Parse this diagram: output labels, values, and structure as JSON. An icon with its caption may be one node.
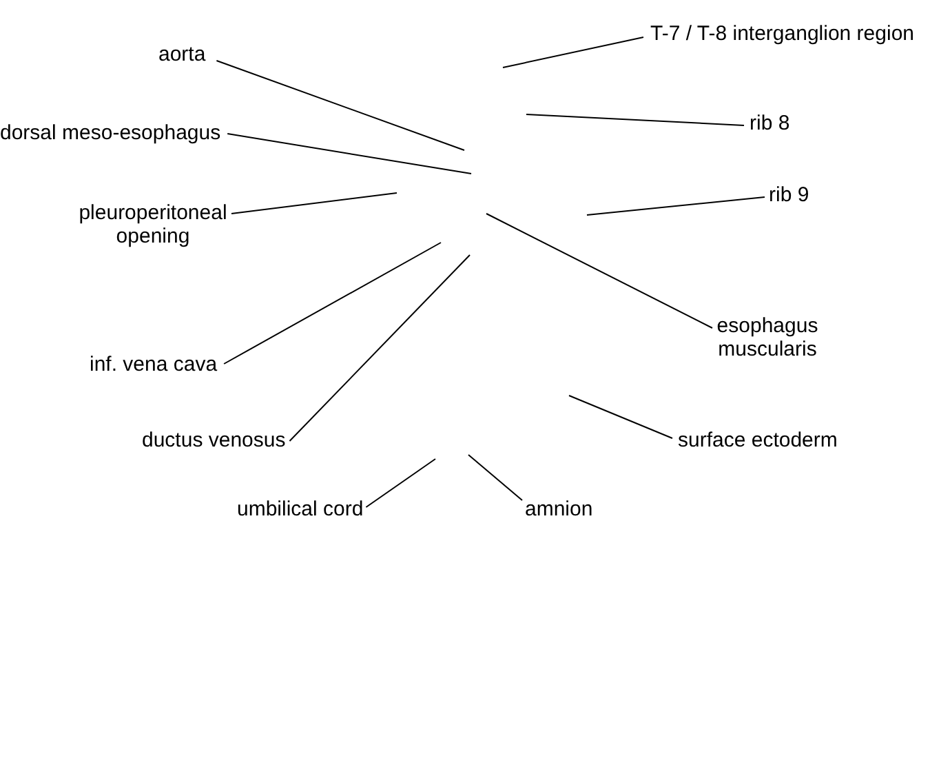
{
  "diagram": {
    "nodes": [
      {
        "text": [
          "T-7 / T-8 interganglion region"
        ]
      },
      {
        "text": [
          "aorta"
        ]
      },
      {
        "text": [
          "rib 8"
        ]
      },
      {
        "text": [
          "dorsal meso-esophagus"
        ]
      },
      {
        "text": [
          "rib 9"
        ]
      },
      {
        "text": [
          "pleuroperitoneal opening"
        ]
      },
      {
        "text": [
          "esophagus muscularis"
        ]
      },
      {
        "text": [
          "inf. vena cava"
        ]
      },
      {
        "text": [
          "ductus venosus"
        ]
      },
      {
        "text": [
          "surface ectoderm"
        ]
      },
      {
        "text": [
          "umbilical cord"
        ]
      },
      {
        "text": [
          "amnion"
        ]
      }
    ],
    "edges": [
      {
        "from": 0,
        "to": null,
        "arrow": "none"
      },
      {
        "from": 1,
        "to": null,
        "arrow": "none"
      },
      {
        "from": 2,
        "to": null,
        "arrow": "none"
      },
      {
        "from": 3,
        "to": null,
        "arrow": "none"
      },
      {
        "from": 4,
        "to": null,
        "arrow": "none"
      },
      {
        "from": 5,
        "to": null,
        "arrow": "none"
      },
      {
        "from": 6,
        "to": null,
        "arrow": "none"
      },
      {
        "from": 7,
        "to": null,
        "arrow": "none"
      },
      {
        "from": 8,
        "to": null,
        "arrow": "none"
      },
      {
        "from": 9,
        "to": null,
        "arrow": "none"
      },
      {
        "from": 10,
        "to": null,
        "arrow": "none"
      },
      {
        "from": 11,
        "to": null,
        "arrow": "none"
      }
    ]
  }
}
